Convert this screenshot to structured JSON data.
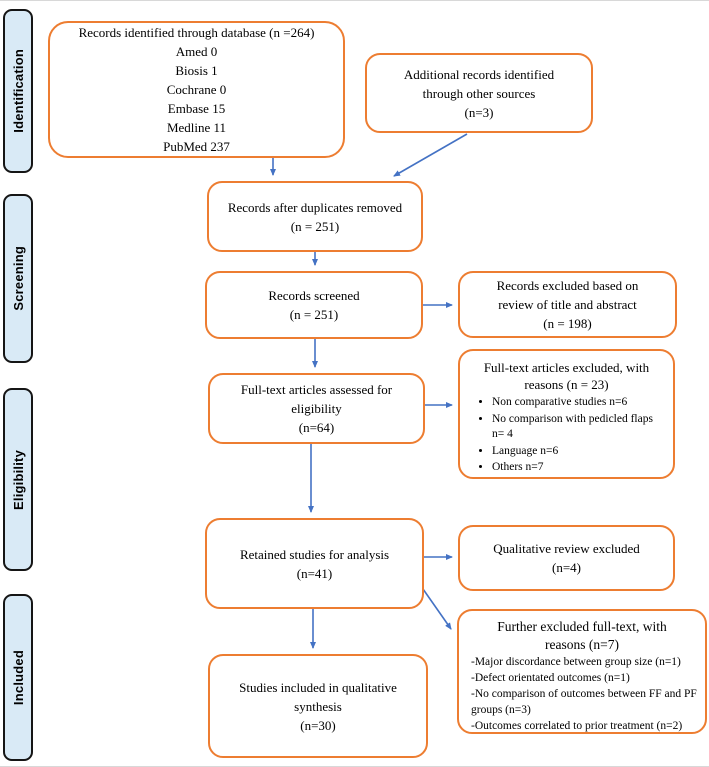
{
  "figure": {
    "type": "prisma-flow-diagram",
    "colors": {
      "box_border": "#ED7D31",
      "arrow": "#4472C4",
      "stage_fill": "#D9EAF6",
      "stage_border": "#151515",
      "text": "#000000"
    }
  },
  "stages": [
    {
      "label": "Identification"
    },
    {
      "label": "Screening"
    },
    {
      "label": "Eligibility"
    },
    {
      "label": "Included"
    }
  ],
  "boxes": {
    "identified": {
      "lines": [
        "Records identified through database (n =264)",
        "Amed 0",
        "Biosis 1",
        "Cochrane 0",
        "Embase 15",
        "Medline 11",
        "PubMed 237"
      ]
    },
    "additional": {
      "lines": [
        "Additional records identified",
        "through other sources",
        "(n=3)"
      ]
    },
    "deduped": {
      "lines": [
        "Records after duplicates removed",
        "(n = 251)"
      ]
    },
    "screened": {
      "lines": [
        "Records screened",
        "(n = 251)"
      ]
    },
    "excluded_title_abstract": {
      "lines": [
        "Records excluded based on",
        "review of title and abstract",
        "(n = 198)"
      ]
    },
    "fulltext_assessed": {
      "lines": [
        "Full-text articles assessed for",
        "eligibility",
        "(n=64)"
      ]
    },
    "fulltext_excluded": {
      "title_lines": [
        "Full-text articles excluded, with",
        "reasons (n = 23)"
      ],
      "bullets": [
        "Non comparative studies n=6",
        "No comparison with pedicled flaps n= 4",
        "Language n=6",
        "Others n=7"
      ]
    },
    "retained": {
      "lines": [
        "Retained studies for analysis",
        "(n=41)"
      ]
    },
    "qualitative_excluded": {
      "lines": [
        "Qualitative review excluded",
        "(n=4)"
      ]
    },
    "further_excluded": {
      "title_lines": [
        "Further excluded full-text, with",
        "reasons (n=7)"
      ],
      "reasons": [
        "-Major discordance between group size (n=1)",
        "-Defect orientated outcomes  (n=1)",
        "-No comparison of outcomes between FF and PF groups (n=3)",
        "-Outcomes correlated to prior treatment (n=2)"
      ]
    },
    "included_synthesis": {
      "lines": [
        "Studies included in qualitative",
        "synthesis",
        "(n=30)"
      ]
    }
  }
}
